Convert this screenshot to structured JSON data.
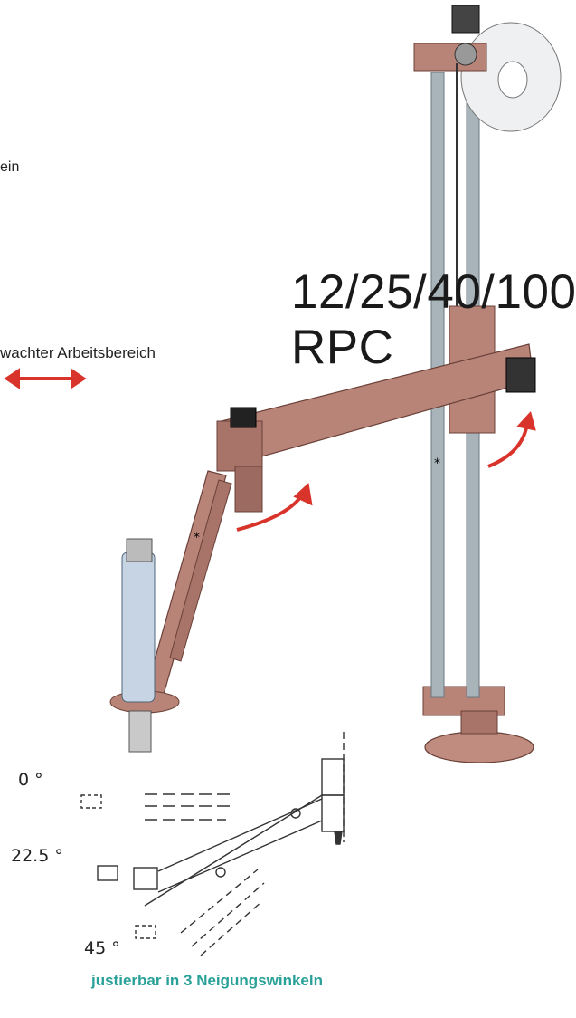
{
  "text": {
    "fragment_left": "ein",
    "model": "12/25/40/100 RPC",
    "area": "wachter Arbeitsbereich",
    "caption": "justierbar in 3 Neigungswinkeln"
  },
  "angles": {
    "a0": "0 °",
    "a225": "22.5 °",
    "a45": "45 °"
  },
  "colors": {
    "accent": "#2aa198",
    "arm": "#b98478",
    "arm_dark": "#8e5e55",
    "pole": "#a9b4ba",
    "arrow": "#d9342b"
  },
  "icons": {
    "marker": "*"
  }
}
